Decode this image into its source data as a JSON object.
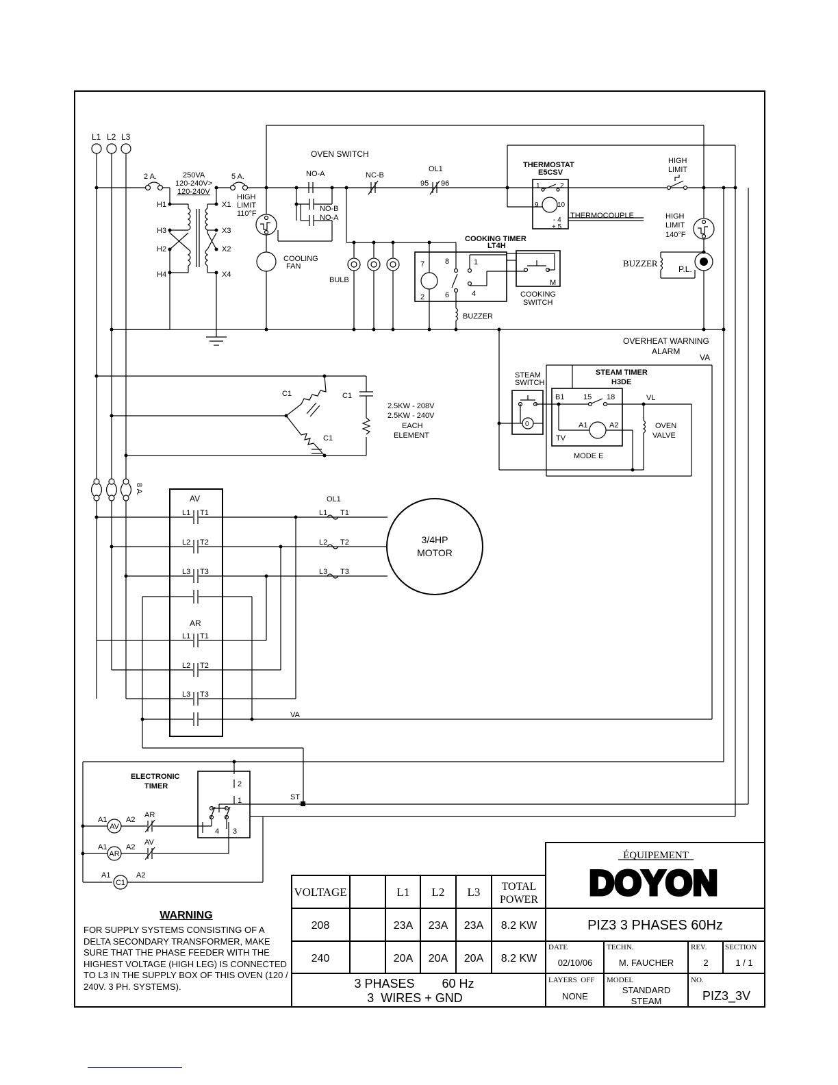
{
  "lines": {
    "l1": "L1",
    "l2": "L2",
    "l3": "L3"
  },
  "fuses": {
    "f2a": "2 A.",
    "f5a": "5 A.",
    "f8a": "8 A."
  },
  "transformer": {
    "rating": "250VA",
    "ratio": "120-240V>",
    "ratio2": "120-240V",
    "h1": "H1",
    "h2": "H2",
    "h3": "H3",
    "h4": "H4",
    "x1": "X1",
    "x2": "X2",
    "x3": "X3",
    "x4": "X4"
  },
  "high_limit_110": {
    "l1": "HIGH",
    "l2": "LIMIT",
    "l3": "110°F"
  },
  "cooling_fan": {
    "l1": "COOLING",
    "l2": "FAN"
  },
  "oven_switch": {
    "title": "OVEN SWITCH",
    "noa": "NO-A",
    "nob": "NO-B",
    "noa2": "NO-A",
    "ncb": "NC-B"
  },
  "ol1": {
    "label": "OL1",
    "p95": "95",
    "p96": "96"
  },
  "bulb": "BULB",
  "cooking_timer": {
    "title": "COOKING TIMER",
    "model": "LT4H",
    "t7": "7",
    "t8": "8",
    "t2": "2",
    "t6": "6",
    "t1": "1",
    "t4": "4"
  },
  "cooking_switch": {
    "m": "M",
    "l1": "COOKING",
    "l2": "SWITCH"
  },
  "buzzer_ct": "BUZZER",
  "thermostat": {
    "title": "THERMOSTAT",
    "model": "E5CSV",
    "t1": "1",
    "t2": "2",
    "t9": "9",
    "t10": "10",
    "t4": "- 4",
    "t5": "+ 5",
    "thermocouple": "THERMOCOUPLE"
  },
  "high_limit_top": {
    "l1": "HIGH",
    "l2": "LIMIT"
  },
  "high_limit_140": {
    "l1": "HIGH",
    "l2": "LIMIT",
    "l3": "140°F"
  },
  "buzzer_right": "BUZZER",
  "pl": "P.L.",
  "overheat": {
    "l1": "OVERHEAT WARNING",
    "l2": "ALARM",
    "va": "VA"
  },
  "steam_switch": {
    "l1": "STEAM",
    "l2": "SWITCH",
    "zero": "0"
  },
  "steam_timer": {
    "title": "STEAM TIMER",
    "model": "H3DE",
    "b1": "B1",
    "t15": "15",
    "t18": "18",
    "a1": "A1",
    "a2": "A2",
    "tv": "TV",
    "mode": "MODE E",
    "vl": "VL"
  },
  "oven_valve": {
    "l1": "OVEN",
    "l2": "VALVE"
  },
  "elements": {
    "c1a": "C1",
    "c1b": "C1",
    "c1c": "C1",
    "spec1": "2.5KW - 208V",
    "spec2": "2.5KW - 240V",
    "spec3": "EACH",
    "spec4": "ELEMENT"
  },
  "contactor_av": {
    "title": "AV",
    "l1": "L1",
    "t1": "T1",
    "l2": "L2",
    "t2": "T2",
    "l3": "L3",
    "t3": "T3"
  },
  "contactor_ar": {
    "title": "AR",
    "l1": "L1",
    "t1": "T1",
    "l2": "L2",
    "t2": "T2",
    "l3": "L3",
    "t3": "T3"
  },
  "ol1_motor": {
    "label": "OL1",
    "l1": "L1",
    "t1": "T1",
    "l2": "L2",
    "t2": "T2",
    "l3": "L3",
    "t3": "T3"
  },
  "motor": {
    "l1": "3/4HP",
    "l2": "MOTOR"
  },
  "va_label": "VA",
  "electronic_timer": {
    "l1": "ELECTRONIC",
    "l2": "TIMER",
    "t2": "2",
    "t1": "1",
    "t4": "4",
    "t3": "3",
    "st": "ST"
  },
  "coils": {
    "av": "AV",
    "ar": "AR",
    "c1": "C1",
    "a1": "A1",
    "a2": "A2",
    "ar_contact": "AR",
    "av_contact": "AV"
  },
  "warning": {
    "title": "WARNING",
    "body": "FOR SUPPLY SYSTEMS CONSISTING OF A DELTA SECONDARY TRANSFORMER, MAKE SURE THAT THE PHASE FEEDER WITH THE HIGHEST VOLTAGE (HIGH LEG) IS CONNECTED TO L3 IN THE SUPPLY BOX OF THIS OVEN (120 / 240V. 3 PH. SYSTEMS)."
  },
  "table": {
    "headers": {
      "voltage": "VOLTAGE",
      "blank": "",
      "l1": "L1",
      "l2": "L2",
      "l3": "L3",
      "total1": "TOTAL",
      "total2": "POWER"
    },
    "rows": [
      {
        "voltage": "208",
        "l1": "23A",
        "l2": "23A",
        "l3": "23A",
        "total": "8.2 KW"
      },
      {
        "voltage": "240",
        "l1": "20A",
        "l2": "20A",
        "l3": "20A",
        "total": "8.2 KW"
      }
    ],
    "footer1": "3 PHASES        60 Hz",
    "footer2": "3  WIRES + GND"
  },
  "title_block": {
    "brand_top": "ÉQUIPEMENT",
    "brand": "DOYON",
    "title": "PIZ3 3 PHASES 60Hz",
    "date_label": "DATE",
    "date": "02/10/06",
    "techn_label": "TECHN.",
    "techn": "M. FAUCHER",
    "rev_label": "REV.",
    "rev": "2",
    "section_label": "SECTION",
    "section": "1 / 1",
    "layers_label": "LAYERS  OFF",
    "layers": "NONE",
    "model_label": "MODEL",
    "model1": "STANDARD",
    "model2": "STEAM",
    "no_label": "NO.",
    "no": "PIZ3_3V"
  }
}
